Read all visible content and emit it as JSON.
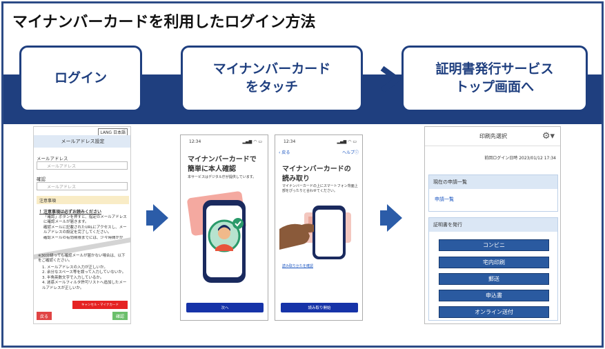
{
  "title": "マイナンバーカードを利用したログイン方法",
  "steps": [
    {
      "label": "ログイン"
    },
    {
      "label": "マイナンバーカード\nをタッチ"
    },
    {
      "label": "証明書発行サービス\nトップ画面へ"
    }
  ],
  "login_screen": {
    "lang": "LANG 日本語",
    "header": "メールアドレス設定",
    "email_label": "メールアドレス",
    "email_placeholder": "メールアドレス",
    "confirm_label": "確認",
    "confirm_placeholder": "メールアドレス",
    "notice_title": "注意事項",
    "notice_heading": "！注意事項は必ずお読みください",
    "notice_items": [
      "「確認」ボタンを押すと、指定のメールアドレスに確認メールが届きます。",
      "確認メールに記載されたURLにアクセスし、メールアドレスの設定を完了してください。",
      "確認メールの有効期限までには、少々時間がか"
    ],
    "check_note": "※30分経っても確認メールが届かない場合は、以下をご確認ください。",
    "check_items": [
      "1. メールアドレスの入力が正しいか。",
      "2. 余分なスペース等を誤って入力していないか。",
      "3. 半角英数文字で入力しているか。",
      "4. 迷惑メールフィルタ許可リストへ追加したメールアドレスが正しいか。"
    ],
    "red_button": "キャンセル・マイナカード",
    "back_button": "戻る",
    "confirm_button": "確認"
  },
  "phone1": {
    "time": "12:34",
    "heading_line1": "マイナンバーカードで",
    "heading_line2": "簡単に本人確認",
    "sub": "本サービスはデジタル庁が提供しています。",
    "button": "次へ"
  },
  "phone2": {
    "time": "12:34",
    "back": "戻る",
    "help": "ヘルプ",
    "heading_line1": "マイナンバーカードの",
    "heading_line2": "読み取り",
    "sub": "マイナンバーカードの上にスマートフォン背面上部をぴったりと合わせてください。",
    "link": "読み取りかたを確認",
    "button": "読み取り開始"
  },
  "top_screen": {
    "header": "印刷先選択",
    "last_login": "前回ログイン日時 2023/01/12 17:34",
    "section1_title": "現在の申請一覧",
    "section1_link": "申請一覧",
    "section2_title": "証明書を発行",
    "buttons": [
      "コンビニ",
      "宅内印刷",
      "郵送",
      "申込書",
      "オンライン送付"
    ]
  },
  "colors": {
    "navy": "#1f3f7f",
    "accent_blue": "#2a5aa0",
    "phone_button": "#1633a8",
    "red": "#e52222",
    "green": "#6cbf6c"
  }
}
